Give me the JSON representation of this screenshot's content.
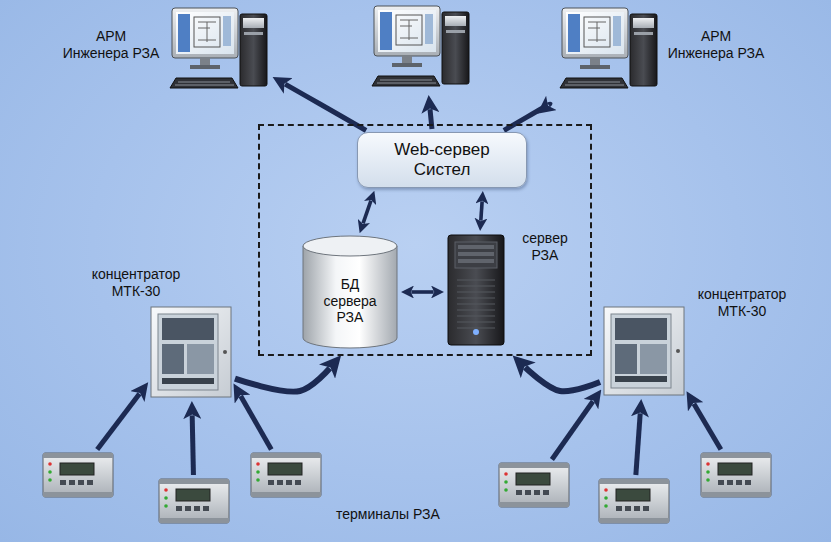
{
  "diagram": {
    "nodes": [
      {
        "text": [
          "АРМ Инженера РЗА"
        ]
      },
      {
        "text": []
      },
      {
        "text": [
          "АРМ Инженера РЗА"
        ]
      },
      {
        "text": []
      },
      {
        "text": [
          "Web-сервер Систел"
        ],
        "in": 3
      },
      {
        "text": [
          "БД сервера РЗА"
        ],
        "in": 3
      },
      {
        "text": [
          "сервер РЗА"
        ],
        "in": 3
      },
      {
        "text": [
          "концентратор МТК-30"
        ]
      },
      {
        "text": [
          "концентратор МТК-30"
        ]
      },
      {
        "text": []
      },
      {
        "text": []
      },
      {
        "text": []
      },
      {
        "text": []
      },
      {
        "text": []
      },
      {
        "text": []
      }
    ],
    "edges": [
      {
        "from": 4,
        "to": 0,
        "arrow": "to"
      },
      {
        "from": 4,
        "to": 1,
        "arrow": "to"
      },
      {
        "from": 4,
        "to": 2,
        "arrow": "to"
      },
      {
        "from": 4,
        "to": 5,
        "arrow": "both"
      },
      {
        "from": 4,
        "to": 6,
        "arrow": "both"
      },
      {
        "from": 5,
        "to": 6,
        "arrow": "both"
      },
      {
        "from": 9,
        "to": 7,
        "arrow": "to"
      },
      {
        "from": 10,
        "to": 7,
        "arrow": "to"
      },
      {
        "from": 11,
        "to": 7,
        "arrow": "to"
      },
      {
        "from": 12,
        "to": 8,
        "arrow": "to"
      },
      {
        "from": 13,
        "to": 8,
        "arrow": "to"
      },
      {
        "from": 14,
        "to": 8,
        "arrow": "to"
      },
      {
        "from": 7,
        "to": 3,
        "arrow": "to"
      },
      {
        "from": 8,
        "to": 3,
        "arrow": "to"
      }
    ],
    "labels": [
      "терминалы РЗА"
    ]
  }
}
